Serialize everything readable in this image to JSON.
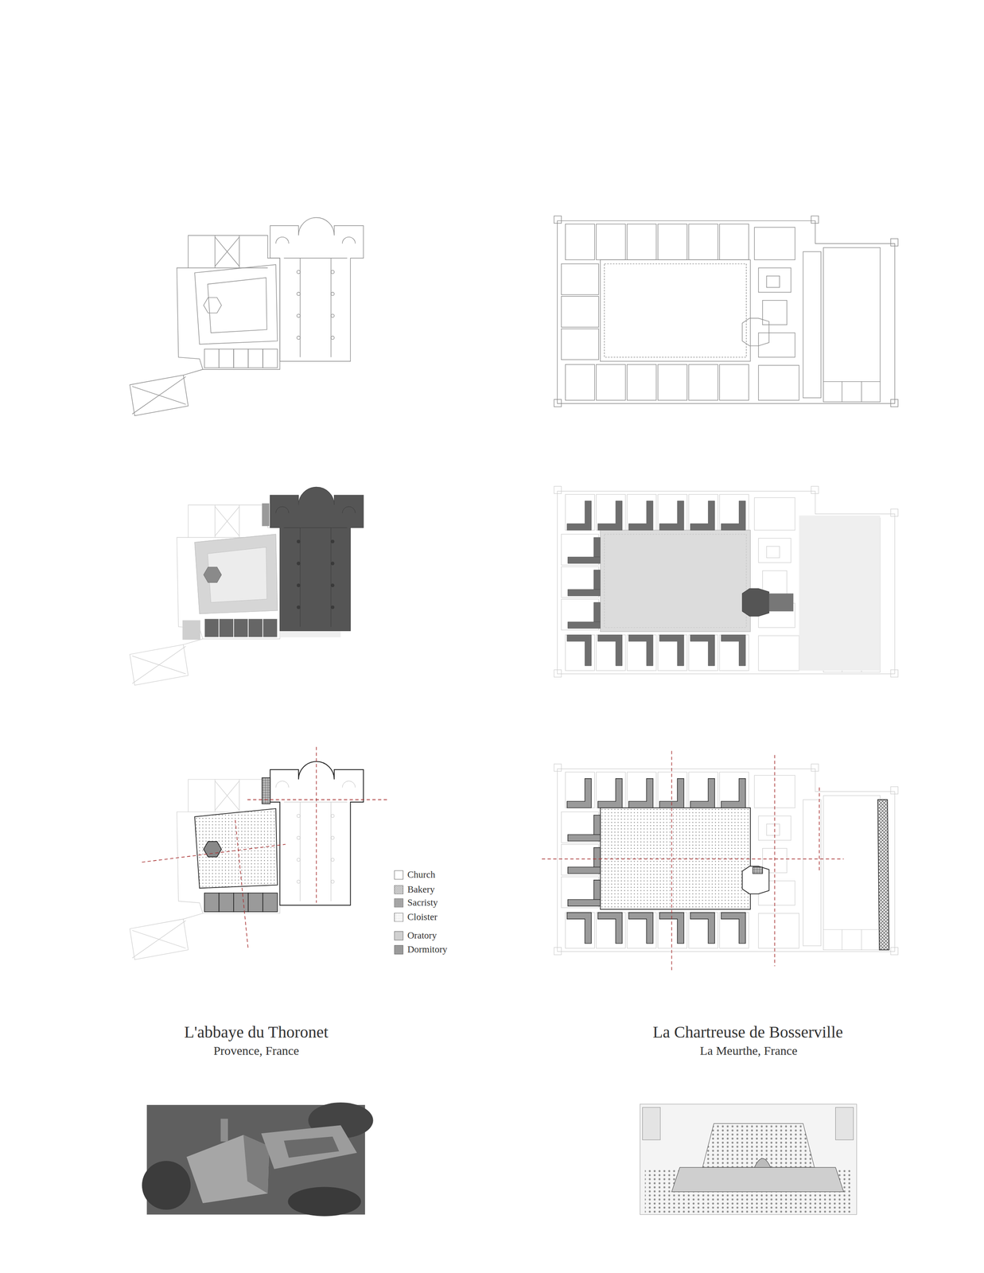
{
  "diagram": {
    "labels": [
      "L'abbaye du Thoronet",
      "Provence, France",
      "La Chartreuse de Bosserville",
      "La Meurthe, France"
    ],
    "legend": [
      {
        "text": "Church",
        "color": "#ffffff"
      },
      {
        "text": "Bakery"
      },
      {
        "text": "Sacristy"
      },
      {
        "text": "Cloister"
      },
      {
        "text": "Oratory",
        "color": "#d0d0d0"
      },
      {
        "text": "Dormitory",
        "color": "#9a9a9a"
      }
    ]
  }
}
